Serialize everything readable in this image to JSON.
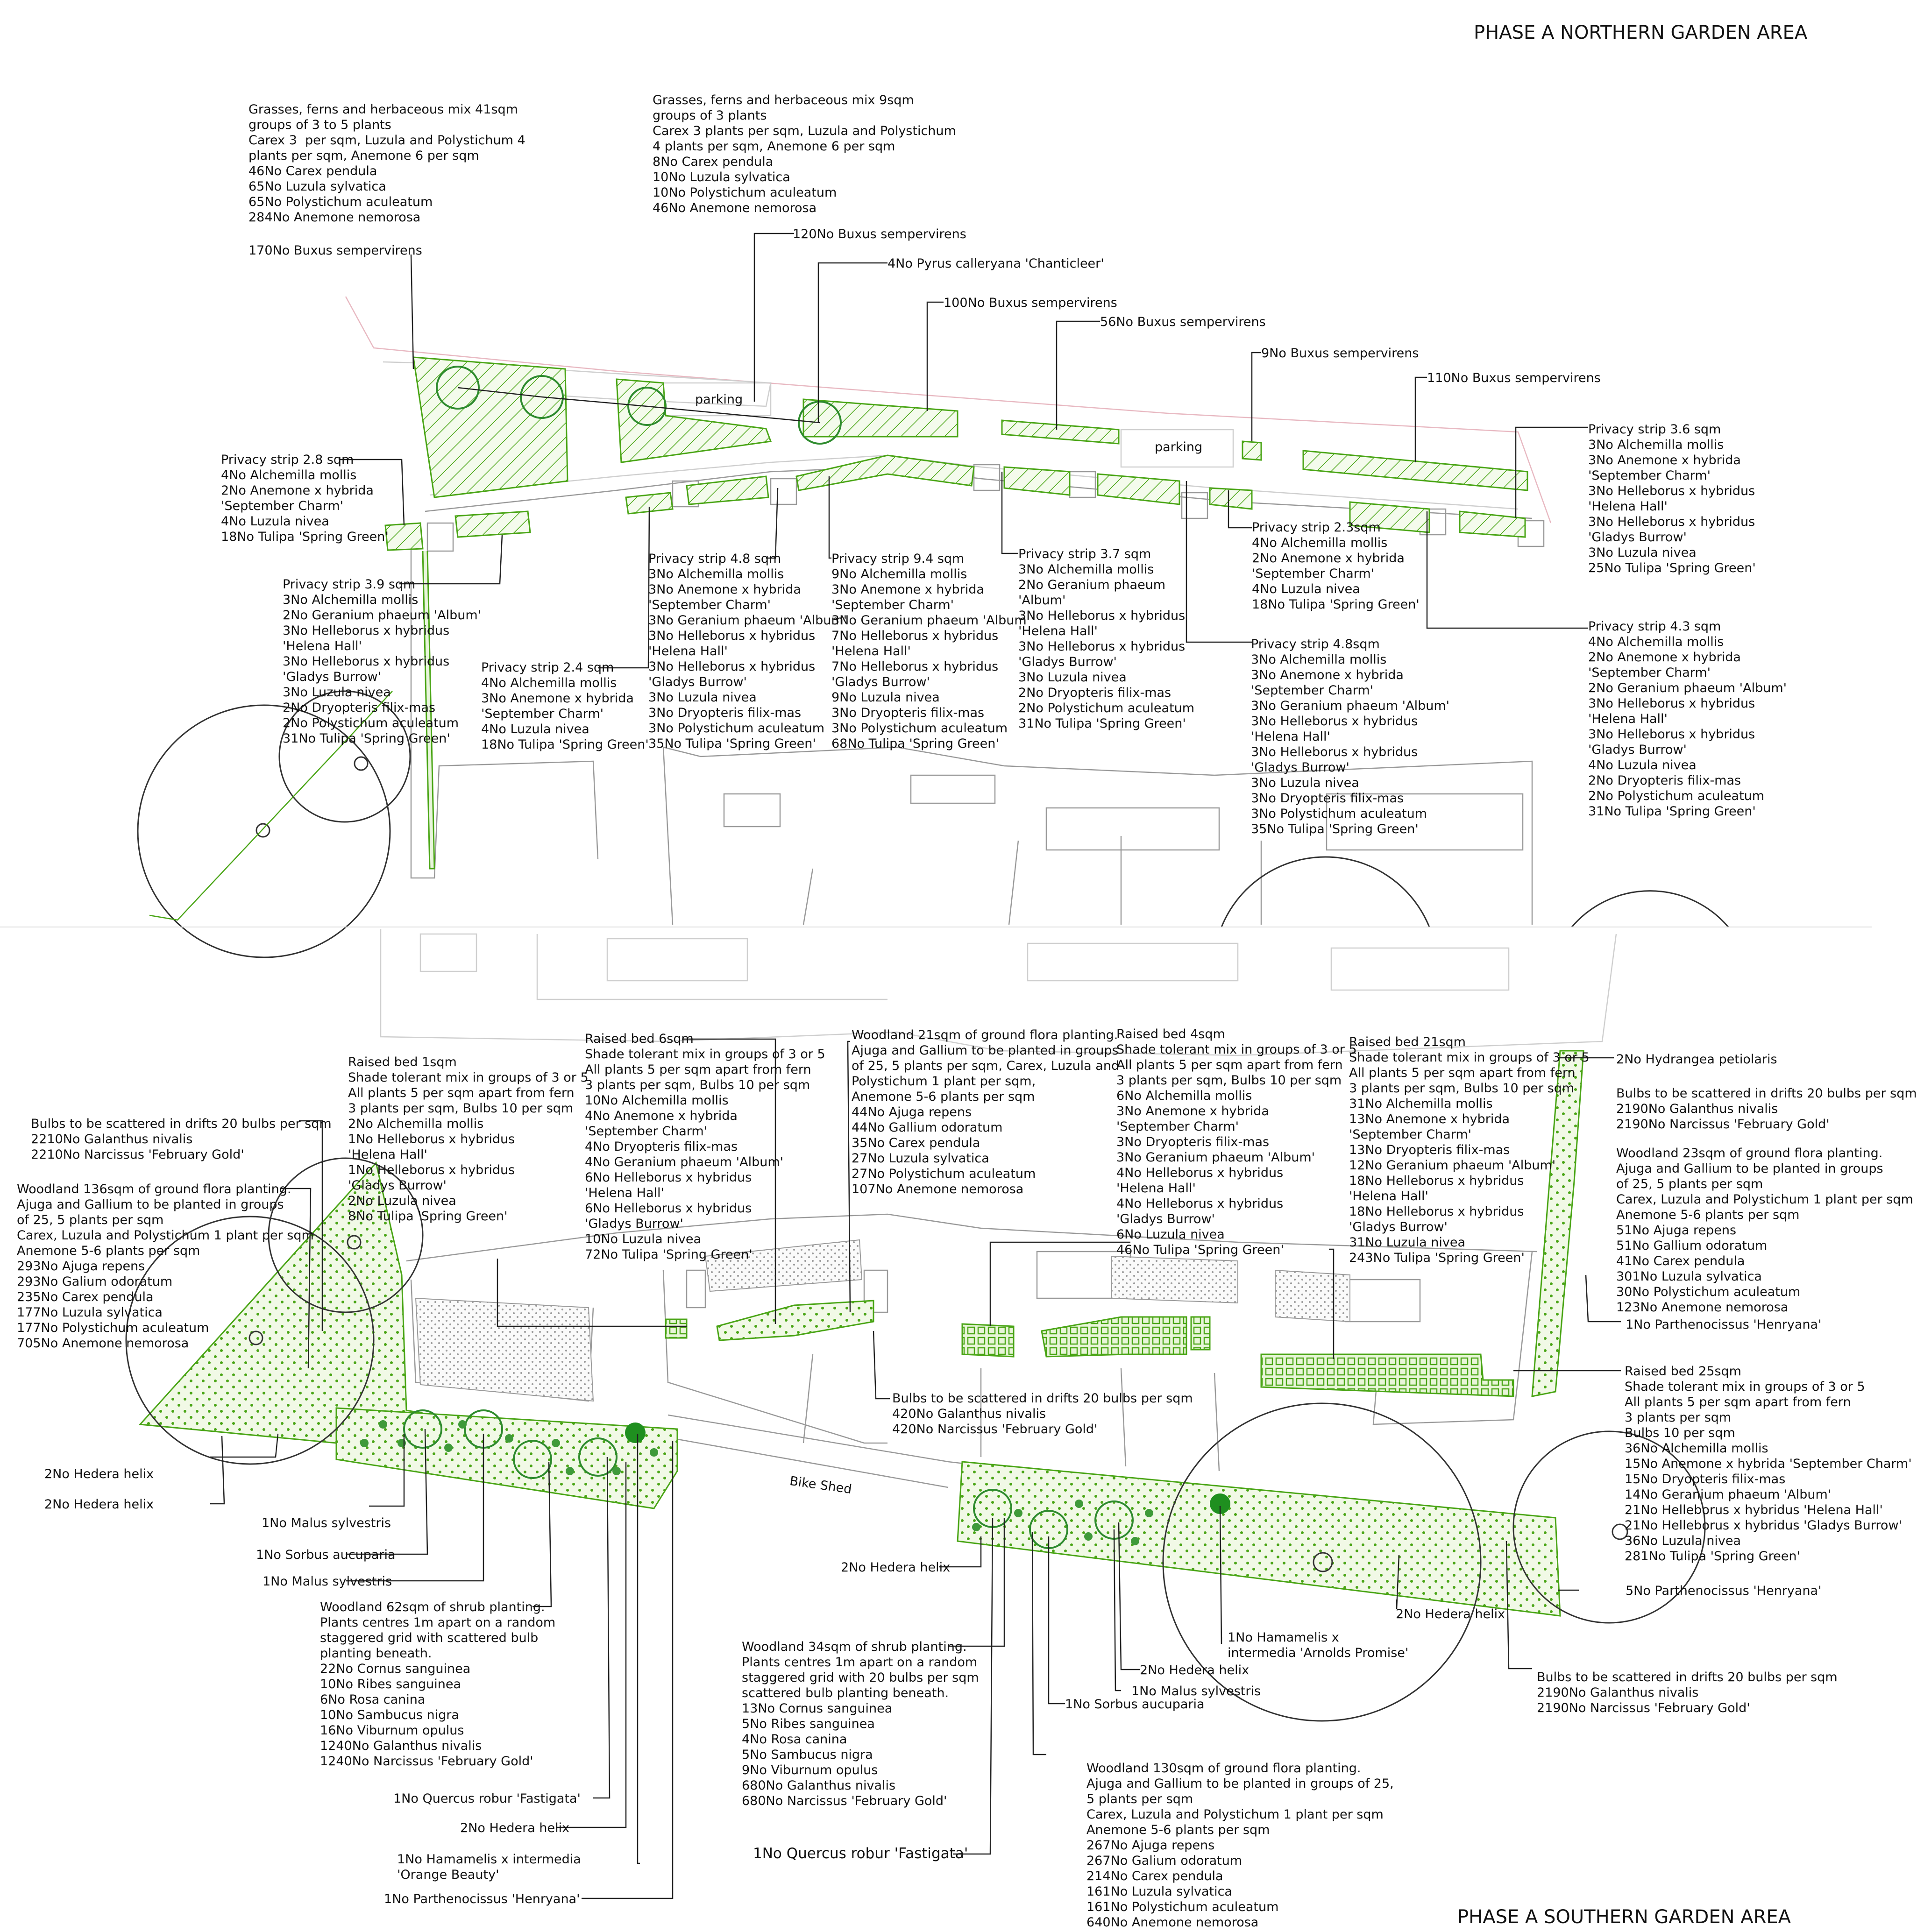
{
  "titles": {
    "north": "PHASE A NORTHERN GARDEN AREA",
    "south": "PHASE A SOUTHERN GARDEN AREA"
  },
  "place_labels": {
    "parking_1": "parking",
    "parking_2": "parking",
    "bike_shed": "Bike Shed"
  },
  "colors": {
    "planting": "#4aa516",
    "building": "#9a9a9a",
    "leader": "#222222"
  },
  "labels": [
    {
      "id": "n-grasses-41",
      "lines": [
        "Grasses, ferns and herbaceous mix 41sqm",
        "groups of 3 to 5 plants",
        "Carex 3  per sqm, Luzula and Polystichum 4",
        "plants per sqm, Anemone 6 per sqm",
        "46No Carex pendula",
        "65No Luzula sylvatica",
        "65No Polystichum aculeatum",
        "284No Anemone nemorosa"
      ]
    },
    {
      "id": "n-buxus-170",
      "lines": [
        "170No Buxus sempervirens"
      ]
    },
    {
      "id": "n-grasses-9",
      "lines": [
        "Grasses, ferns and herbaceous mix 9sqm",
        "groups of 3 plants",
        "Carex 3 plants per sqm, Luzula and Polystichum",
        "4 plants per sqm, Anemone 6 per sqm",
        "8No Carex pendula",
        "10No Luzula sylvatica",
        "10No Polystichum aculeatum",
        "46No Anemone nemorosa"
      ]
    },
    {
      "id": "n-buxus-120",
      "lines": [
        "120No Buxus sempervirens"
      ]
    },
    {
      "id": "n-pyrus",
      "lines": [
        "4No Pyrus calleryana 'Chanticleer'"
      ]
    },
    {
      "id": "n-buxus-100",
      "lines": [
        "100No Buxus sempervirens"
      ]
    },
    {
      "id": "n-buxus-56",
      "lines": [
        "56No Buxus sempervirens"
      ]
    },
    {
      "id": "n-buxus-9",
      "lines": [
        "9No Buxus sempervirens"
      ]
    },
    {
      "id": "n-buxus-110",
      "lines": [
        "110No Buxus sempervirens"
      ]
    },
    {
      "id": "n-ps-2-8",
      "lines": [
        "Privacy strip 2.8 sqm",
        "4No Alchemilla mollis",
        "2No Anemone x hybrida",
        "'September Charm'",
        "4No Luzula nivea",
        "18No Tulipa 'Spring Green'"
      ]
    },
    {
      "id": "n-ps-3-6",
      "lines": [
        "Privacy strip 3.6 sqm",
        "3No Alchemilla mollis",
        "3No Anemone x hybrida",
        "'September Charm'",
        "3No Helleborus x hybridus",
        "'Helena Hall'",
        "3No Helleborus x hybridus",
        "'Gladys Burrow'",
        "3No Luzula nivea",
        "25No Tulipa 'Spring Green'"
      ]
    },
    {
      "id": "n-ps-3-9",
      "lines": [
        "Privacy strip 3.9 sqm",
        "3No Alchemilla mollis",
        "2No Geranium phaeum 'Album'",
        "3No Helleborus x hybridus",
        "'Helena Hall'",
        "3No Helleborus x hybridus",
        "'Gladys Burrow'",
        "3No Luzula nivea",
        "2No Dryopteris filix-mas",
        "2No Polystichum aculeatum",
        "31No Tulipa 'Spring Green'"
      ]
    },
    {
      "id": "n-ps-2-4",
      "lines": [
        "Privacy strip 2.4 sqm",
        "4No Alchemilla mollis",
        "3No Anemone x hybrida",
        "'September Charm'",
        "4No Luzula nivea",
        "18No Tulipa 'Spring Green'"
      ]
    },
    {
      "id": "n-ps-4-8a",
      "lines": [
        "Privacy strip 4.8 sqm",
        "3No Alchemilla mollis",
        "3No Anemone x hybrida",
        "'September Charm'",
        "3No Geranium phaeum 'Album'",
        "3No Helleborus x hybridus",
        "'Helena Hall'",
        "3No Helleborus x hybridus",
        "'Gladys Burrow'",
        "3No Luzula nivea",
        "3No Dryopteris filix-mas",
        "3No Polystichum aculeatum",
        "35No Tulipa 'Spring Green'"
      ]
    },
    {
      "id": "n-ps-9-4",
      "lines": [
        "Privacy strip 9.4 sqm",
        "9No Alchemilla mollis",
        "3No Anemone x hybrida",
        "'September Charm'",
        "3No Geranium phaeum 'Album'",
        "7No Helleborus x hybridus",
        "'Helena Hall'",
        "7No Helleborus x hybridus",
        "'Gladys Burrow'",
        "9No Luzula nivea",
        "3No Dryopteris filix-mas",
        "3No Polystichum aculeatum",
        "68No Tulipa 'Spring Green'"
      ]
    },
    {
      "id": "n-ps-3-7",
      "lines": [
        "Privacy strip 3.7 sqm",
        "3No Alchemilla mollis",
        "2No Geranium phaeum",
        "'Album'",
        "3No Helleborus x hybridus",
        "'Helena Hall'",
        "3No Helleborus x hybridus",
        "'Gladys Burrow'",
        "3No Luzula nivea",
        "2No Dryopteris filix-mas",
        "2No Polystichum aculeatum",
        "31No Tulipa 'Spring Green'"
      ]
    },
    {
      "id": "n-ps-2-3",
      "lines": [
        "Privacy strip 2.3sqm",
        "4No Alchemilla mollis",
        "2No Anemone x hybrida",
        "'September Charm'",
        "4No Luzula nivea",
        "18No Tulipa 'Spring Green'"
      ]
    },
    {
      "id": "n-ps-4-8b",
      "lines": [
        "Privacy strip 4.8sqm",
        "3No Alchemilla mollis",
        "3No Anemone x hybrida",
        "'September Charm'",
        "3No Geranium phaeum 'Album'",
        "3No Helleborus x hybridus",
        "'Helena Hall'",
        "3No Helleborus x hybridus",
        "'Gladys Burrow'",
        "3No Luzula nivea",
        "3No Dryopteris filix-mas",
        "3No Polystichum aculeatum",
        "35No Tulipa 'Spring Green'"
      ]
    },
    {
      "id": "n-ps-4-3",
      "lines": [
        "Privacy strip 4.3 sqm",
        "4No Alchemilla mollis",
        "2No Anemone x hybrida",
        "'September Charm'",
        "2No Geranium phaeum 'Album'",
        "3No Helleborus x hybridus",
        "'Helena Hall'",
        "3No Helleborus x hybridus",
        "'Gladys Burrow'",
        "4No Luzula nivea",
        "2No Dryopteris filix-mas",
        "2No Polystichum aculeatum",
        "31No Tulipa 'Spring Green'"
      ]
    },
    {
      "id": "s-bulbs-2210",
      "lines": [
        "Bulbs to be scattered in drifts 20 bulbs per sqm",
        "2210No Galanthus nivalis",
        "2210No Narcissus 'February Gold'"
      ]
    },
    {
      "id": "s-woodland-136",
      "lines": [
        "Woodland 136sqm of ground flora planting.",
        "Ajuga and Gallium to be planted in groups",
        "of 25, 5 plants per sqm",
        "Carex, Luzula and Polystichum 1 plant per sqm",
        "Anemone 5-6 plants per sqm",
        "293No Ajuga repens",
        "293No Galium odoratum",
        "235No Carex pendula",
        "177No Luzula sylvatica",
        "177No Polystichum aculeatum",
        "705No Anemone nemorosa"
      ]
    },
    {
      "id": "s-raised-1",
      "lines": [
        "Raised bed 1sqm",
        "Shade tolerant mix in groups of 3 or 5",
        "All plants 5 per sqm apart from fern",
        "3 plants per sqm, Bulbs 10 per sqm",
        "2No Alchemilla mollis",
        "1No Helleborus x hybridus",
        "'Helena Hall'",
        "1No Helleborus x hybridus",
        "'Gladys Burrow'",
        "2No Luzula nivea",
        "8No Tulipa 'Spring Green'"
      ]
    },
    {
      "id": "s-raised-6",
      "lines": [
        "Raised bed 6sqm",
        "Shade tolerant mix in groups of 3 or 5",
        "All plants 5 per sqm apart from fern",
        "3 plants per sqm, Bulbs 10 per sqm",
        "10No Alchemilla mollis",
        "4No Anemone x hybrida",
        "'September Charm'",
        "4No Dryopteris filix-mas",
        "4No Geranium phaeum 'Album'",
        "6No Helleborus x hybridus",
        "'Helena Hall'",
        "6No Helleborus x hybridus",
        "'Gladys Burrow'",
        "10No Luzula nivea",
        "72No Tulipa 'Spring Green'"
      ]
    },
    {
      "id": "s-woodland-21",
      "lines": [
        "Woodland 21sqm of ground flora planting.",
        "Ajuga and Gallium to be planted in groups",
        "of 25, 5 plants per sqm, Carex, Luzula and",
        "Polystichum 1 plant per sqm,",
        "Anemone 5-6 plants per sqm",
        "44No Ajuga repens",
        "44No Gallium odoratum",
        "35No Carex pendula",
        "27No Luzula sylvatica",
        "27No Polystichum aculeatum",
        "107No Anemone nemorosa"
      ]
    },
    {
      "id": "s-raised-4",
      "lines": [
        "Raised bed 4sqm",
        "Shade tolerant mix in groups of 3 or 5",
        "All plants 5 per sqm apart from fern",
        "3 plants per sqm, Bulbs 10 per sqm",
        "6No Alchemilla mollis",
        "3No Anemone x hybrida",
        "'September Charm'",
        "3No Dryopteris filix-mas",
        "3No Geranium phaeum 'Album'",
        "4No Helleborus x hybridus",
        "'Helena Hall'",
        "4No Helleborus x hybridus",
        "'Gladys Burrow'",
        "6No Luzula nivea",
        "46No Tulipa 'Spring Green'"
      ]
    },
    {
      "id": "s-raised-21",
      "lines": [
        "Raised bed 21sqm",
        "Shade tolerant mix in groups of 3 or 5",
        "All plants 5 per sqm apart from fern",
        "3 plants per sqm, Bulbs 10 per sqm",
        "31No Alchemilla mollis",
        "13No Anemone x hybrida",
        "'September Charm'",
        "13No Dryopteris filix-mas",
        "12No Geranium phaeum 'Album'",
        "18No Helleborus x hybridus",
        "'Helena Hall'",
        "18No Helleborus x hybridus",
        "'Gladys Burrow'",
        "31No Luzula nivea",
        "243No Tulipa 'Spring Green'"
      ]
    },
    {
      "id": "s-hydrangea",
      "lines": [
        "2No Hydrangea petiolaris"
      ]
    },
    {
      "id": "s-bulbs-2190a",
      "lines": [
        "Bulbs to be scattered in drifts 20 bulbs per sqm",
        "2190No Galanthus nivalis",
        "2190No Narcissus 'February Gold'"
      ]
    },
    {
      "id": "s-woodland-23",
      "lines": [
        "Woodland 23sqm of ground flora planting.",
        "Ajuga and Gallium to be planted in groups",
        "of 25, 5 plants per sqm",
        "Carex, Luzula and Polystichum 1 plant per sqm",
        "Anemone 5-6 plants per sqm",
        "51No Ajuga repens",
        "51No Gallium odoratum",
        "41No Carex pendula",
        "301No Luzula sylvatica",
        "30No Polystichum aculeatum",
        "123No Anemone nemorosa"
      ]
    },
    {
      "id": "s-parth-1",
      "lines": [
        "1No Parthenocissus 'Henryana'"
      ]
    },
    {
      "id": "s-bulbs-420",
      "lines": [
        "Bulbs to be scattered in drifts 20 bulbs per sqm",
        "420No Galanthus nivalis",
        "420No Narcissus 'February Gold'"
      ]
    },
    {
      "id": "s-raised-25",
      "lines": [
        "Raised bed 25sqm",
        "Shade tolerant mix in groups of 3 or 5",
        "All plants 5 per sqm apart from fern",
        "3 plants per sqm",
        "Bulbs 10 per sqm",
        "36No Alchemilla mollis",
        "15No Anemone x hybrida 'September Charm'",
        "15No Dryopteris filix-mas",
        "14No Geranium phaeum 'Album'",
        "21No Helleborus x hybridus 'Helena Hall'",
        "21No Helleborus x hybridus 'Gladys Burrow'",
        "36No Luzula nivea",
        "281No Tulipa 'Spring Green'"
      ]
    },
    {
      "id": "s-hedera-1",
      "lines": [
        "2No Hedera helix"
      ]
    },
    {
      "id": "s-hedera-2",
      "lines": [
        "2No Hedera helix"
      ]
    },
    {
      "id": "s-malus-1",
      "lines": [
        "1No Malus sylvestris"
      ]
    },
    {
      "id": "s-sorbus-1",
      "lines": [
        "1No Sorbus aucuparia"
      ]
    },
    {
      "id": "s-malus-2",
      "lines": [
        "1No Malus sylvestris"
      ]
    },
    {
      "id": "s-hedera-3",
      "lines": [
        "2No Hedera helix"
      ]
    },
    {
      "id": "s-parth-5",
      "lines": [
        "5No Parthenocissus 'Henryana'"
      ]
    },
    {
      "id": "s-hedera-4",
      "lines": [
        "2No Hedera helix"
      ]
    },
    {
      "id": "s-woodland-62",
      "lines": [
        "Woodland 62sqm of shrub planting.",
        "Plants centres 1m apart on a random",
        "staggered grid with scattered bulb",
        "planting beneath.",
        "22No Cornus sanguinea",
        "10No Ribes sanguinea",
        "6No Rosa canina",
        "10No Sambucus nigra",
        "16No Viburnum opulus",
        "1240No Galanthus nivalis",
        "1240No Narcissus 'February Gold'"
      ]
    },
    {
      "id": "s-hamamelis-arnold",
      "lines": [
        "1No Hamamelis x",
        "intermedia 'Arnolds Promise'"
      ]
    },
    {
      "id": "s-hedera-5",
      "lines": [
        "2No Hedera helix"
      ]
    },
    {
      "id": "s-malus-3",
      "lines": [
        "1No Malus sylvestris"
      ]
    },
    {
      "id": "s-sorbus-2",
      "lines": [
        "1No Sorbus aucuparia"
      ]
    },
    {
      "id": "s-bulbs-2190b",
      "lines": [
        "Bulbs to be scattered in drifts 20 bulbs per sqm",
        "2190No Galanthus nivalis",
        "2190No Narcissus 'February Gold'"
      ]
    },
    {
      "id": "s-woodland-34",
      "lines": [
        "Woodland 34sqm of shrub planting.",
        "Plants centres 1m apart on a random",
        "staggered grid with 20 bulbs per sqm",
        "scattered bulb planting beneath.",
        "13No Cornus sanguinea",
        "5No Ribes sanguinea",
        "4No Rosa canina",
        "5No Sambucus nigra",
        "9No Viburnum opulus",
        "680No Galanthus nivalis",
        "680No Narcissus 'February Gold'"
      ]
    },
    {
      "id": "s-quercus-1",
      "lines": [
        "1No Quercus robur 'Fastigata'"
      ]
    },
    {
      "id": "s-hedera-6",
      "lines": [
        "2No Hedera helix"
      ]
    },
    {
      "id": "s-hamamelis-orange",
      "lines": [
        "1No Hamamelis x intermedia",
        "'Orange Beauty'"
      ]
    },
    {
      "id": "s-parth-1b",
      "lines": [
        "1No Parthenocissus 'Henryana'"
      ]
    },
    {
      "id": "s-quercus-2",
      "lines": [
        "1No Quercus robur 'Fastigata'"
      ]
    },
    {
      "id": "s-woodland-130",
      "lines": [
        "Woodland 130sqm of ground flora planting.",
        "Ajuga and Gallium to be planted in groups of 25,",
        "5 plants per sqm",
        "Carex, Luzula and Polystichum 1 plant per sqm",
        "Anemone 5-6 plants per sqm",
        "267No Ajuga repens",
        "267No Galium odoratum",
        "214No Carex pendula",
        "161No Luzula sylvatica",
        "161No Polystichum aculeatum",
        "640No Anemone nemorosa"
      ]
    }
  ]
}
